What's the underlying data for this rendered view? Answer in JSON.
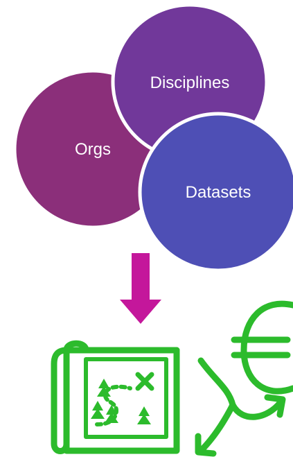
{
  "venn": {
    "circles": [
      {
        "key": "orgs",
        "label": "Orgs",
        "color": "#8b2f7a"
      },
      {
        "key": "disciplines",
        "label": "Disciplines",
        "color": "#71389a"
      },
      {
        "key": "datasets",
        "label": "Datasets",
        "color": "#4e4fb5"
      }
    ],
    "outline_color": "#ffffff"
  },
  "arrow": {
    "color": "#c4179b",
    "direction": "down"
  },
  "icons": [
    {
      "name": "treasure-map-icon",
      "color": "#2cbb2c"
    },
    {
      "name": "euro-split-arrows-icon",
      "color": "#2cbb2c"
    }
  ]
}
